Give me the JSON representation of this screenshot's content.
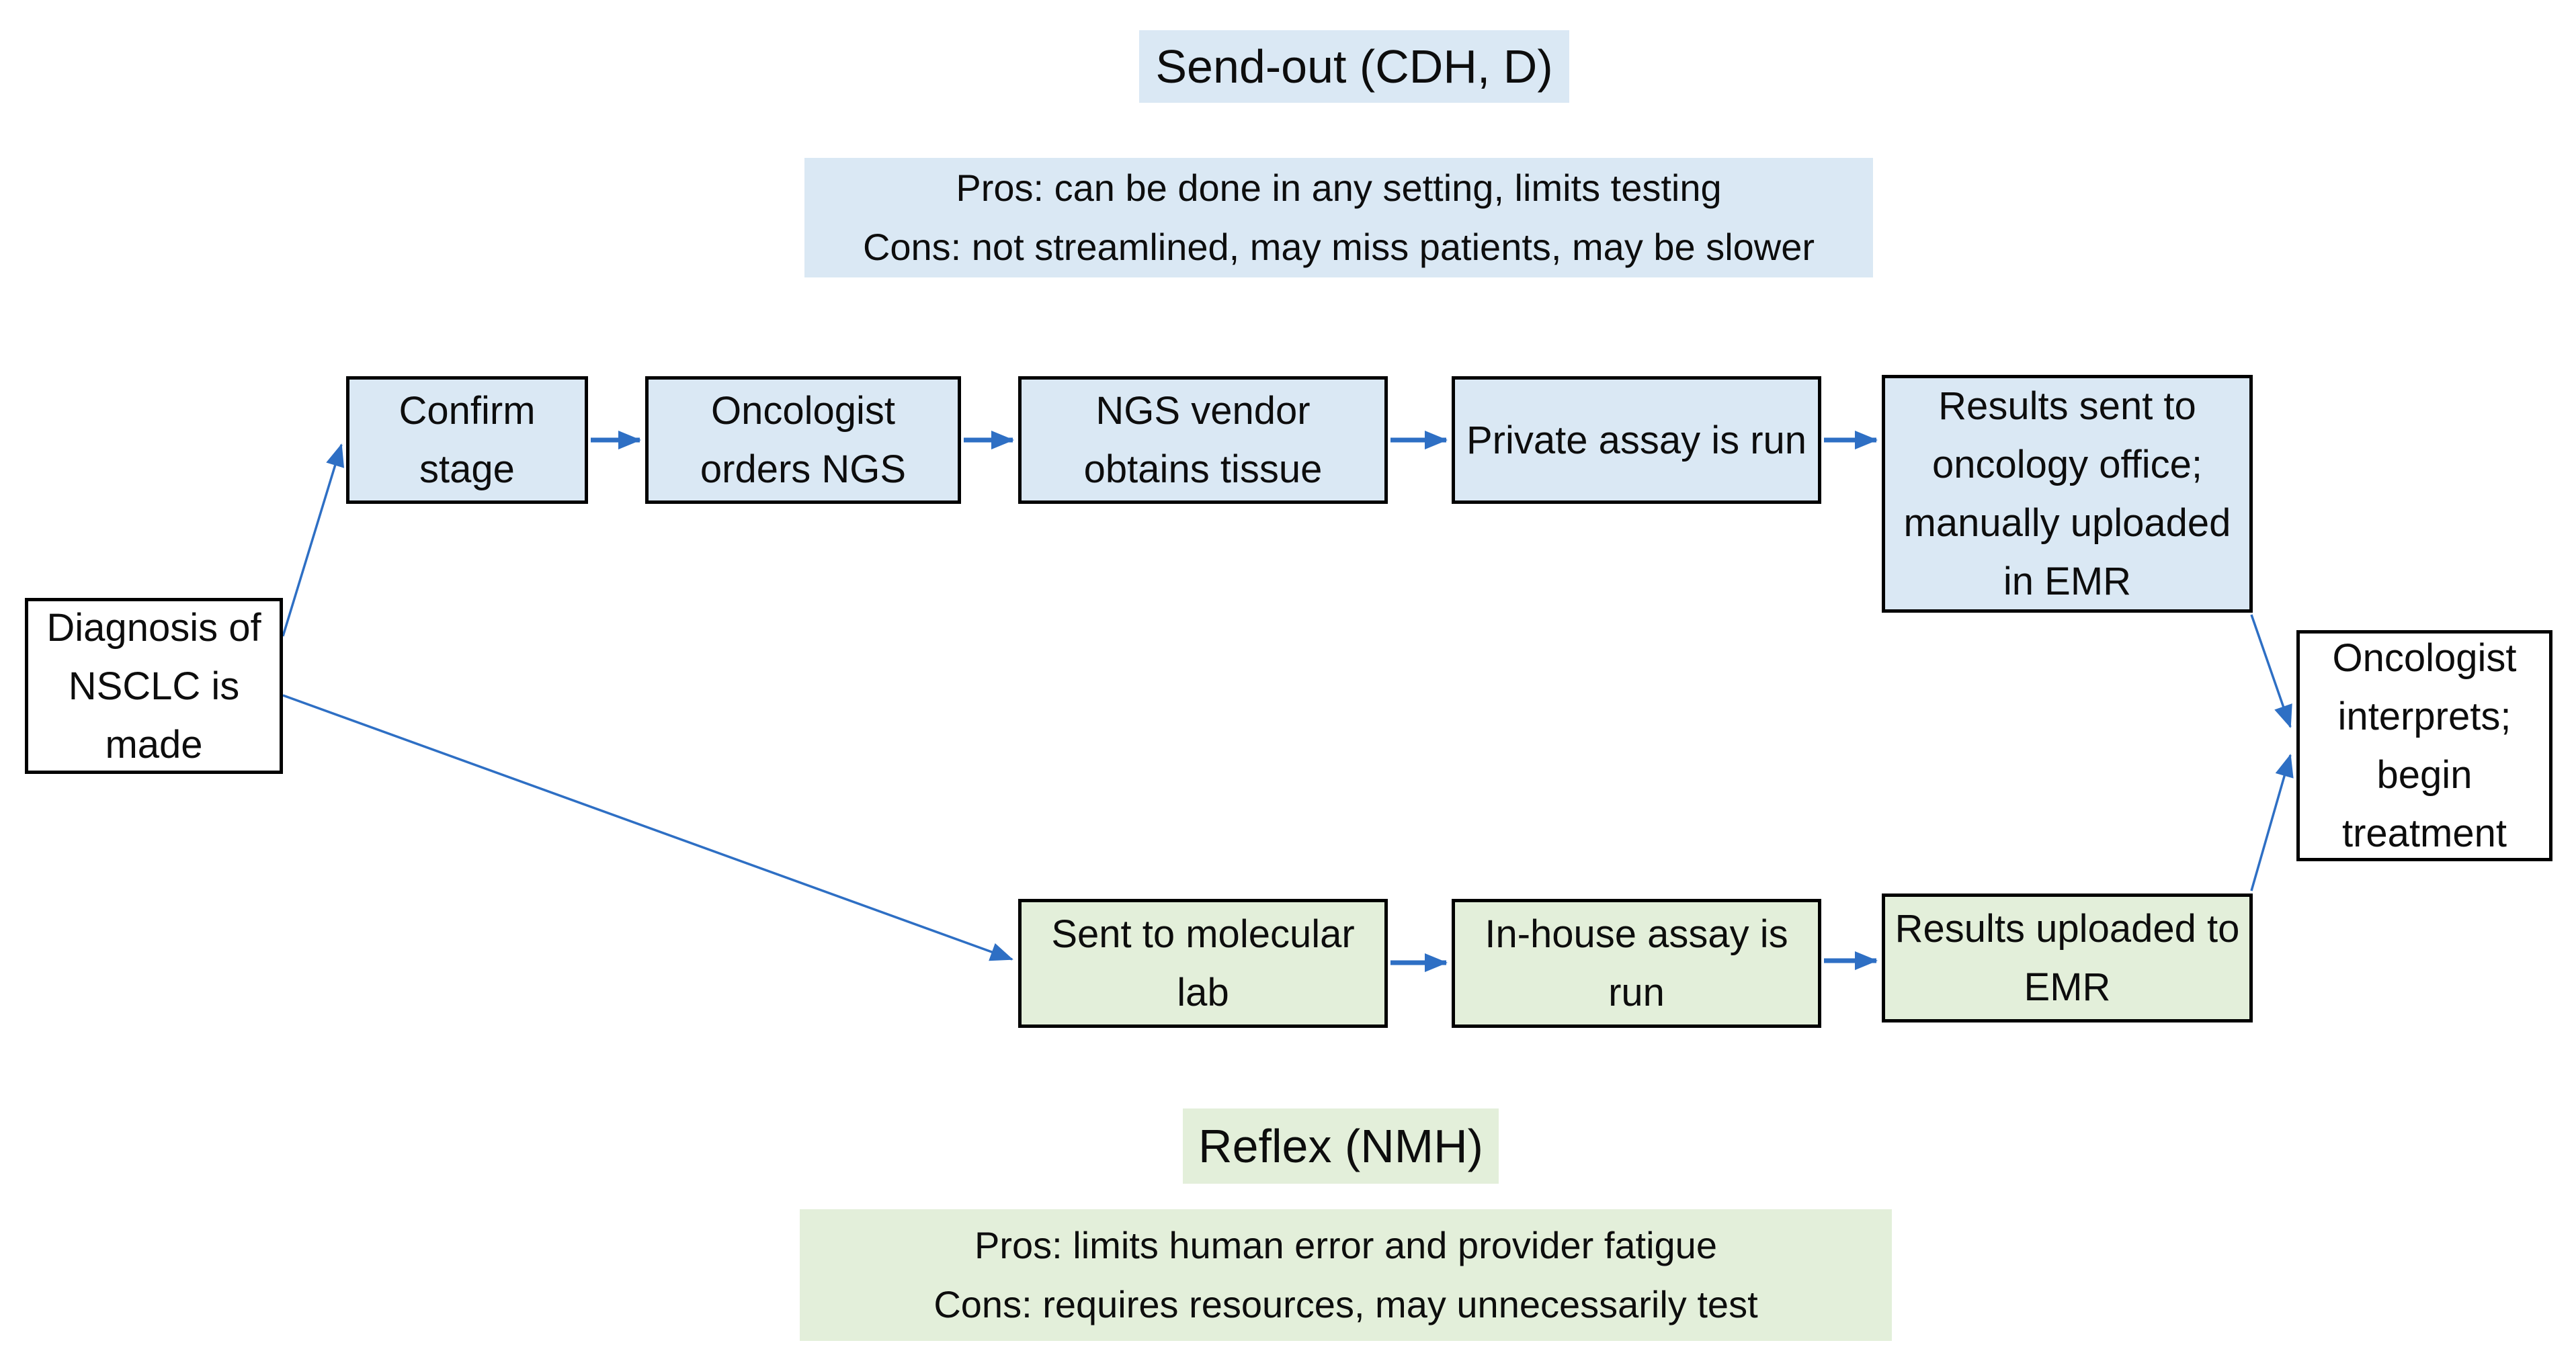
{
  "titles": {
    "sendout": "Send-out (CDH, D)",
    "reflex": "Reflex (NMH)"
  },
  "notes": {
    "sendout_pros": "Pros: can be done in any setting, limits testing",
    "sendout_cons": "Cons: not streamlined, may miss patients, may be slower",
    "reflex_pros": "Pros: limits human error and provider fatigue",
    "reflex_cons": "Cons: requires resources, may unnecessarily test"
  },
  "nodes": {
    "diagnosis": "Diagnosis of NSCLC is made",
    "confirm_stage": "Confirm stage",
    "oncologist_orders": "Oncologist orders NGS",
    "ngs_vendor": "NGS vendor obtains tissue",
    "private_assay": "Private assay is run",
    "results_sent": "Results sent to oncology office; manually uploaded in EMR",
    "sent_molecular": "Sent to molecular lab",
    "inhouse_assay": "In-house assay is run",
    "results_uploaded": "Results uploaded to EMR",
    "oncologist_interprets": "Oncologist interprets; begin treatment"
  },
  "colors": {
    "sendout_fill": "#dae8f4",
    "reflex_fill": "#e3efda",
    "arrow": "#2e6fc4",
    "border": "#000000"
  }
}
